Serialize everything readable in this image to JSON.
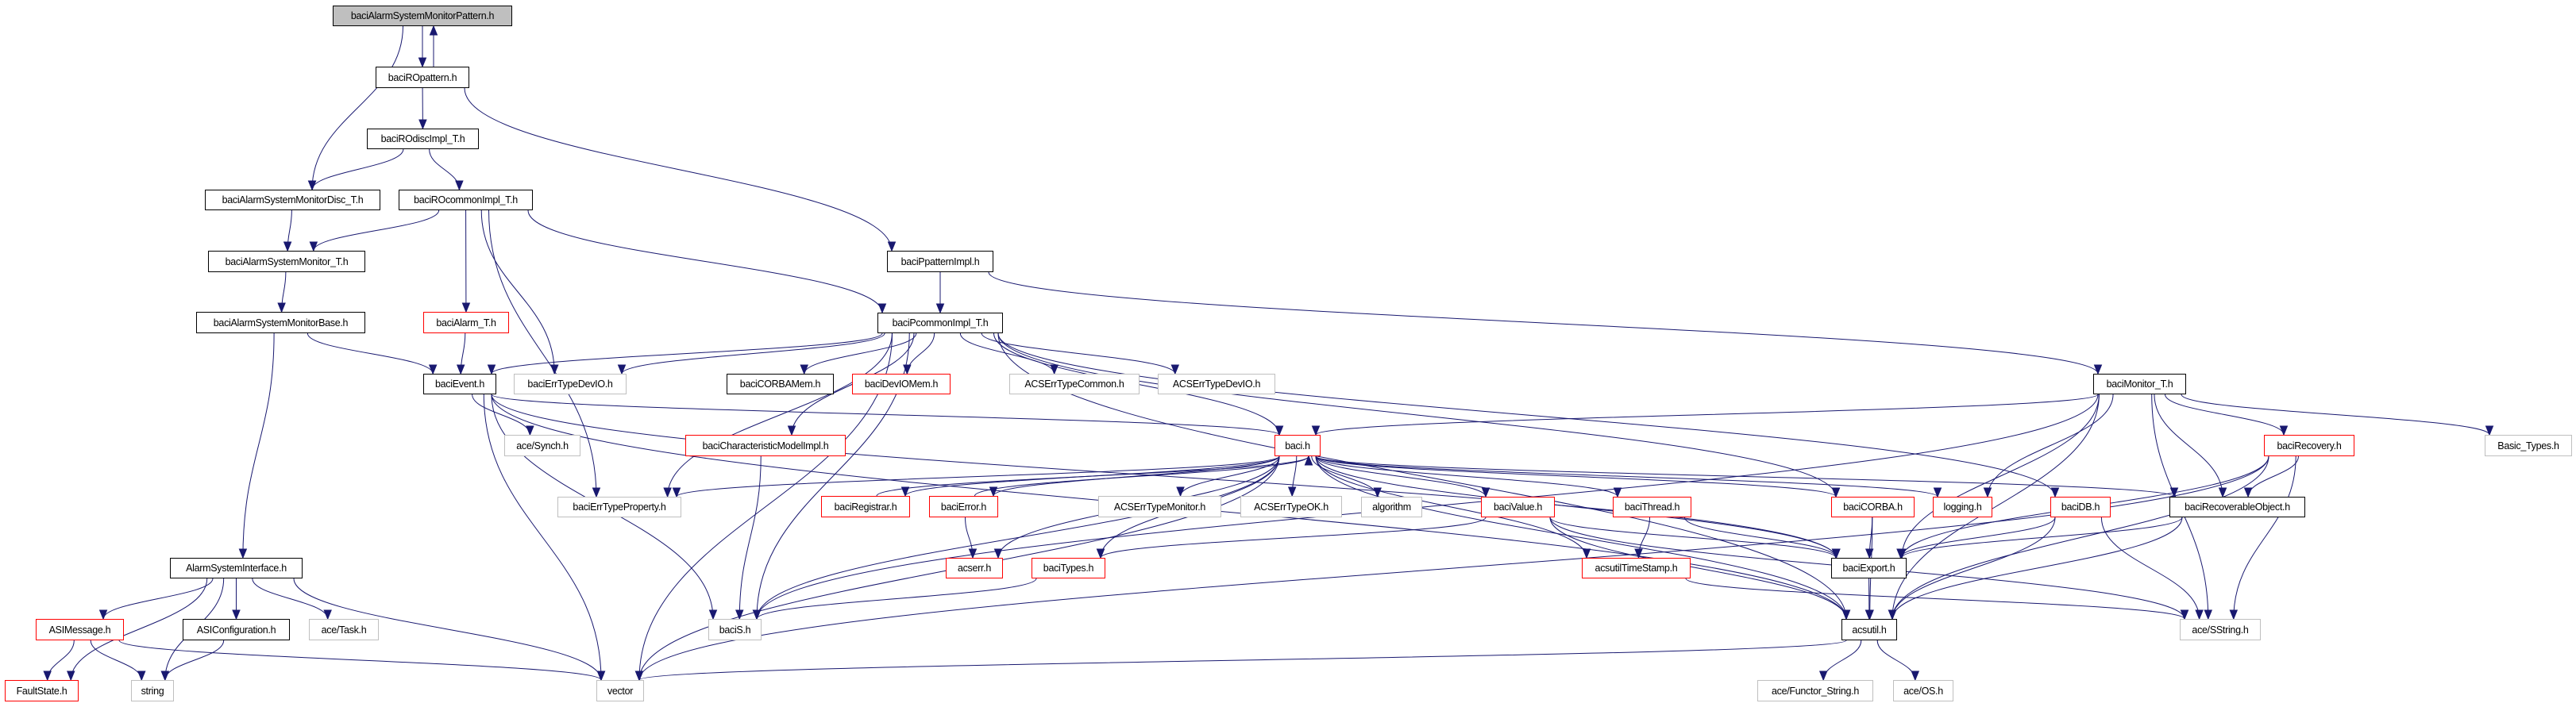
{
  "diagram": {
    "kind": "include dependency graph",
    "colors": {
      "edge": "#191970",
      "root_fill": "#bfbfbf",
      "documented_border": "#000000",
      "truncated_border": "#ff0000",
      "undocumented_border": "#bfbfbf"
    },
    "nodes": [
      {
        "label": "baciAlarmSystemMonitorPattern.h",
        "style": "root"
      },
      {
        "label": "baciROpattern.h",
        "style": "normal"
      },
      {
        "label": "baciROdiscImpl_T.h",
        "style": "normal"
      },
      {
        "label": "baciAlarmSystemMonitorDisc_T.h",
        "style": "normal"
      },
      {
        "label": "baciROcommonImpl_T.h",
        "style": "normal"
      },
      {
        "label": "baciAlarmSystemMonitor_T.h",
        "style": "normal"
      },
      {
        "label": "baciAlarmSystemMonitorBase.h",
        "style": "normal"
      },
      {
        "label": "baciAlarm_T.h",
        "style": "red"
      },
      {
        "label": "baciPpatternImpl.h",
        "style": "normal"
      },
      {
        "label": "baciPcommonImpl_T.h",
        "style": "normal"
      },
      {
        "label": "baciEvent.h",
        "style": "normal"
      },
      {
        "label": "baciErrTypeDevIO.h",
        "style": "gray"
      },
      {
        "label": "baciCORBAMem.h",
        "style": "normal"
      },
      {
        "label": "baciDevIOMem.h",
        "style": "red"
      },
      {
        "label": "ACSErrTypeCommon.h",
        "style": "gray"
      },
      {
        "label": "ACSErrTypeDevIO.h",
        "style": "gray"
      },
      {
        "label": "baciMonitor_T.h",
        "style": "normal"
      },
      {
        "label": "ace/Synch.h",
        "style": "gray"
      },
      {
        "label": "baciCharacteristicModelImpl.h",
        "style": "red"
      },
      {
        "label": "baci.h",
        "style": "red"
      },
      {
        "label": "baciRecovery.h",
        "style": "red"
      },
      {
        "label": "Basic_Types.h",
        "style": "gray"
      },
      {
        "label": "baciErrTypeProperty.h",
        "style": "gray"
      },
      {
        "label": "baciRegistrar.h",
        "style": "red"
      },
      {
        "label": "baciError.h",
        "style": "red"
      },
      {
        "label": "ACSErrTypeMonitor.h",
        "style": "gray"
      },
      {
        "label": "ACSErrTypeOK.h",
        "style": "gray"
      },
      {
        "label": "algorithm",
        "style": "gray"
      },
      {
        "label": "baciValue.h",
        "style": "red"
      },
      {
        "label": "baciThread.h",
        "style": "red"
      },
      {
        "label": "baciCORBA.h",
        "style": "red"
      },
      {
        "label": "logging.h",
        "style": "red"
      },
      {
        "label": "baciDB.h",
        "style": "red"
      },
      {
        "label": "baciRecoverableObject.h",
        "style": "normal"
      },
      {
        "label": "AlarmSystemInterface.h",
        "style": "normal"
      },
      {
        "label": "acserr.h",
        "style": "red"
      },
      {
        "label": "baciTypes.h",
        "style": "red"
      },
      {
        "label": "acsutilTimeStamp.h",
        "style": "red"
      },
      {
        "label": "baciExport.h",
        "style": "normal"
      },
      {
        "label": "ASIMessage.h",
        "style": "red"
      },
      {
        "label": "ASIConfiguration.h",
        "style": "normal"
      },
      {
        "label": "ace/Task.h",
        "style": "gray"
      },
      {
        "label": "baciS.h",
        "style": "gray"
      },
      {
        "label": "acsutil.h",
        "style": "normal"
      },
      {
        "label": "ace/SString.h",
        "style": "gray"
      },
      {
        "label": "FaultState.h",
        "style": "red"
      },
      {
        "label": "string",
        "style": "gray"
      },
      {
        "label": "vector",
        "style": "gray"
      },
      {
        "label": "ace/Functor_String.h",
        "style": "gray"
      },
      {
        "label": "ace/OS.h",
        "style": "gray"
      }
    ],
    "edges": [
      [
        0,
        1
      ],
      [
        1,
        0
      ],
      [
        0,
        3
      ],
      [
        1,
        2
      ],
      [
        1,
        8
      ],
      [
        2,
        3
      ],
      [
        2,
        4
      ],
      [
        3,
        5
      ],
      [
        4,
        5
      ],
      [
        4,
        7
      ],
      [
        4,
        11
      ],
      [
        4,
        9
      ],
      [
        4,
        22
      ],
      [
        5,
        6
      ],
      [
        6,
        10
      ],
      [
        6,
        34
      ],
      [
        7,
        10
      ],
      [
        8,
        9
      ],
      [
        8,
        16
      ],
      [
        9,
        10
      ],
      [
        9,
        11
      ],
      [
        9,
        12
      ],
      [
        9,
        13
      ],
      [
        9,
        14
      ],
      [
        9,
        15
      ],
      [
        9,
        18
      ],
      [
        9,
        19
      ],
      [
        9,
        42
      ],
      [
        9,
        22
      ],
      [
        9,
        47
      ],
      [
        9,
        30
      ],
      [
        9,
        43
      ],
      [
        9,
        32
      ],
      [
        10,
        17
      ],
      [
        10,
        47
      ],
      [
        10,
        42
      ],
      [
        10,
        19
      ],
      [
        10,
        38
      ],
      [
        10,
        43
      ],
      [
        18,
        42
      ],
      [
        34,
        45
      ],
      [
        34,
        39
      ],
      [
        34,
        46
      ],
      [
        34,
        40
      ],
      [
        34,
        41
      ],
      [
        34,
        47
      ],
      [
        39,
        45
      ],
      [
        39,
        46
      ],
      [
        39,
        47
      ],
      [
        40,
        46
      ],
      [
        19,
        22
      ],
      [
        19,
        23
      ],
      [
        19,
        24
      ],
      [
        19,
        35
      ],
      [
        19,
        36
      ],
      [
        19,
        25
      ],
      [
        19,
        26
      ],
      [
        19,
        27
      ],
      [
        19,
        28
      ],
      [
        19,
        29
      ],
      [
        19,
        37
      ],
      [
        19,
        30
      ],
      [
        19,
        31
      ],
      [
        19,
        38
      ],
      [
        19,
        43
      ],
      [
        19,
        47
      ],
      [
        19,
        42
      ],
      [
        19,
        33
      ],
      [
        24,
        19
      ],
      [
        24,
        35
      ],
      [
        23,
        19
      ],
      [
        28,
        36
      ],
      [
        28,
        38
      ],
      [
        28,
        43
      ],
      [
        28,
        44
      ],
      [
        29,
        37
      ],
      [
        29,
        38
      ],
      [
        30,
        38
      ],
      [
        30,
        43
      ],
      [
        38,
        43
      ],
      [
        43,
        48
      ],
      [
        43,
        49
      ],
      [
        43,
        47
      ],
      [
        37,
        44
      ],
      [
        36,
        42
      ],
      [
        16,
        19
      ],
      [
        16,
        31
      ],
      [
        16,
        33
      ],
      [
        16,
        20
      ],
      [
        16,
        21
      ],
      [
        16,
        43
      ],
      [
        16,
        44
      ],
      [
        16,
        42
      ],
      [
        16,
        38
      ],
      [
        20,
        33
      ],
      [
        20,
        38
      ],
      [
        20,
        43
      ],
      [
        20,
        44
      ],
      [
        20,
        47
      ],
      [
        33,
        38
      ],
      [
        33,
        43
      ],
      [
        32,
        38
      ],
      [
        32,
        43
      ],
      [
        32,
        44
      ]
    ]
  }
}
